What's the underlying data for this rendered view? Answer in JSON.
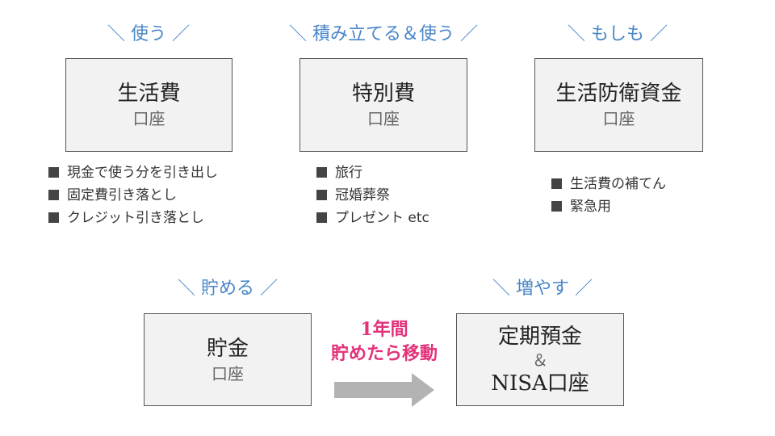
{
  "top": {
    "living": {
      "heading": "＼ 使う ／",
      "title": "生活費",
      "sub": "口座",
      "items": [
        "現金で使う分を引き出し",
        "固定費引き落とし",
        "クレジット引き落とし"
      ]
    },
    "special": {
      "heading": "＼ 積み立てる＆使う ／",
      "title": "特別費",
      "sub": "口座",
      "items": [
        "旅行",
        "冠婚葬祭",
        "プレゼント etc"
      ]
    },
    "defense": {
      "heading": "＼ もしも ／",
      "title": "生活防衛資金",
      "sub": "口座",
      "items": [
        "生活費の補てん",
        "緊急用"
      ]
    }
  },
  "bottom": {
    "savings": {
      "heading": "＼ 貯める ／",
      "title": "貯金",
      "sub": "口座"
    },
    "move": {
      "line1": "1年間",
      "line2": "貯めたら移動"
    },
    "grow": {
      "heading": "＼ 増やす ／",
      "title": "定期預金",
      "amp": "＆",
      "title2": "NISA口座"
    }
  },
  "colors": {
    "heading": "#4a86c8",
    "move_label": "#e3317a",
    "arrow": "#b3b3b3",
    "box_fill": "#f2f2f2"
  }
}
